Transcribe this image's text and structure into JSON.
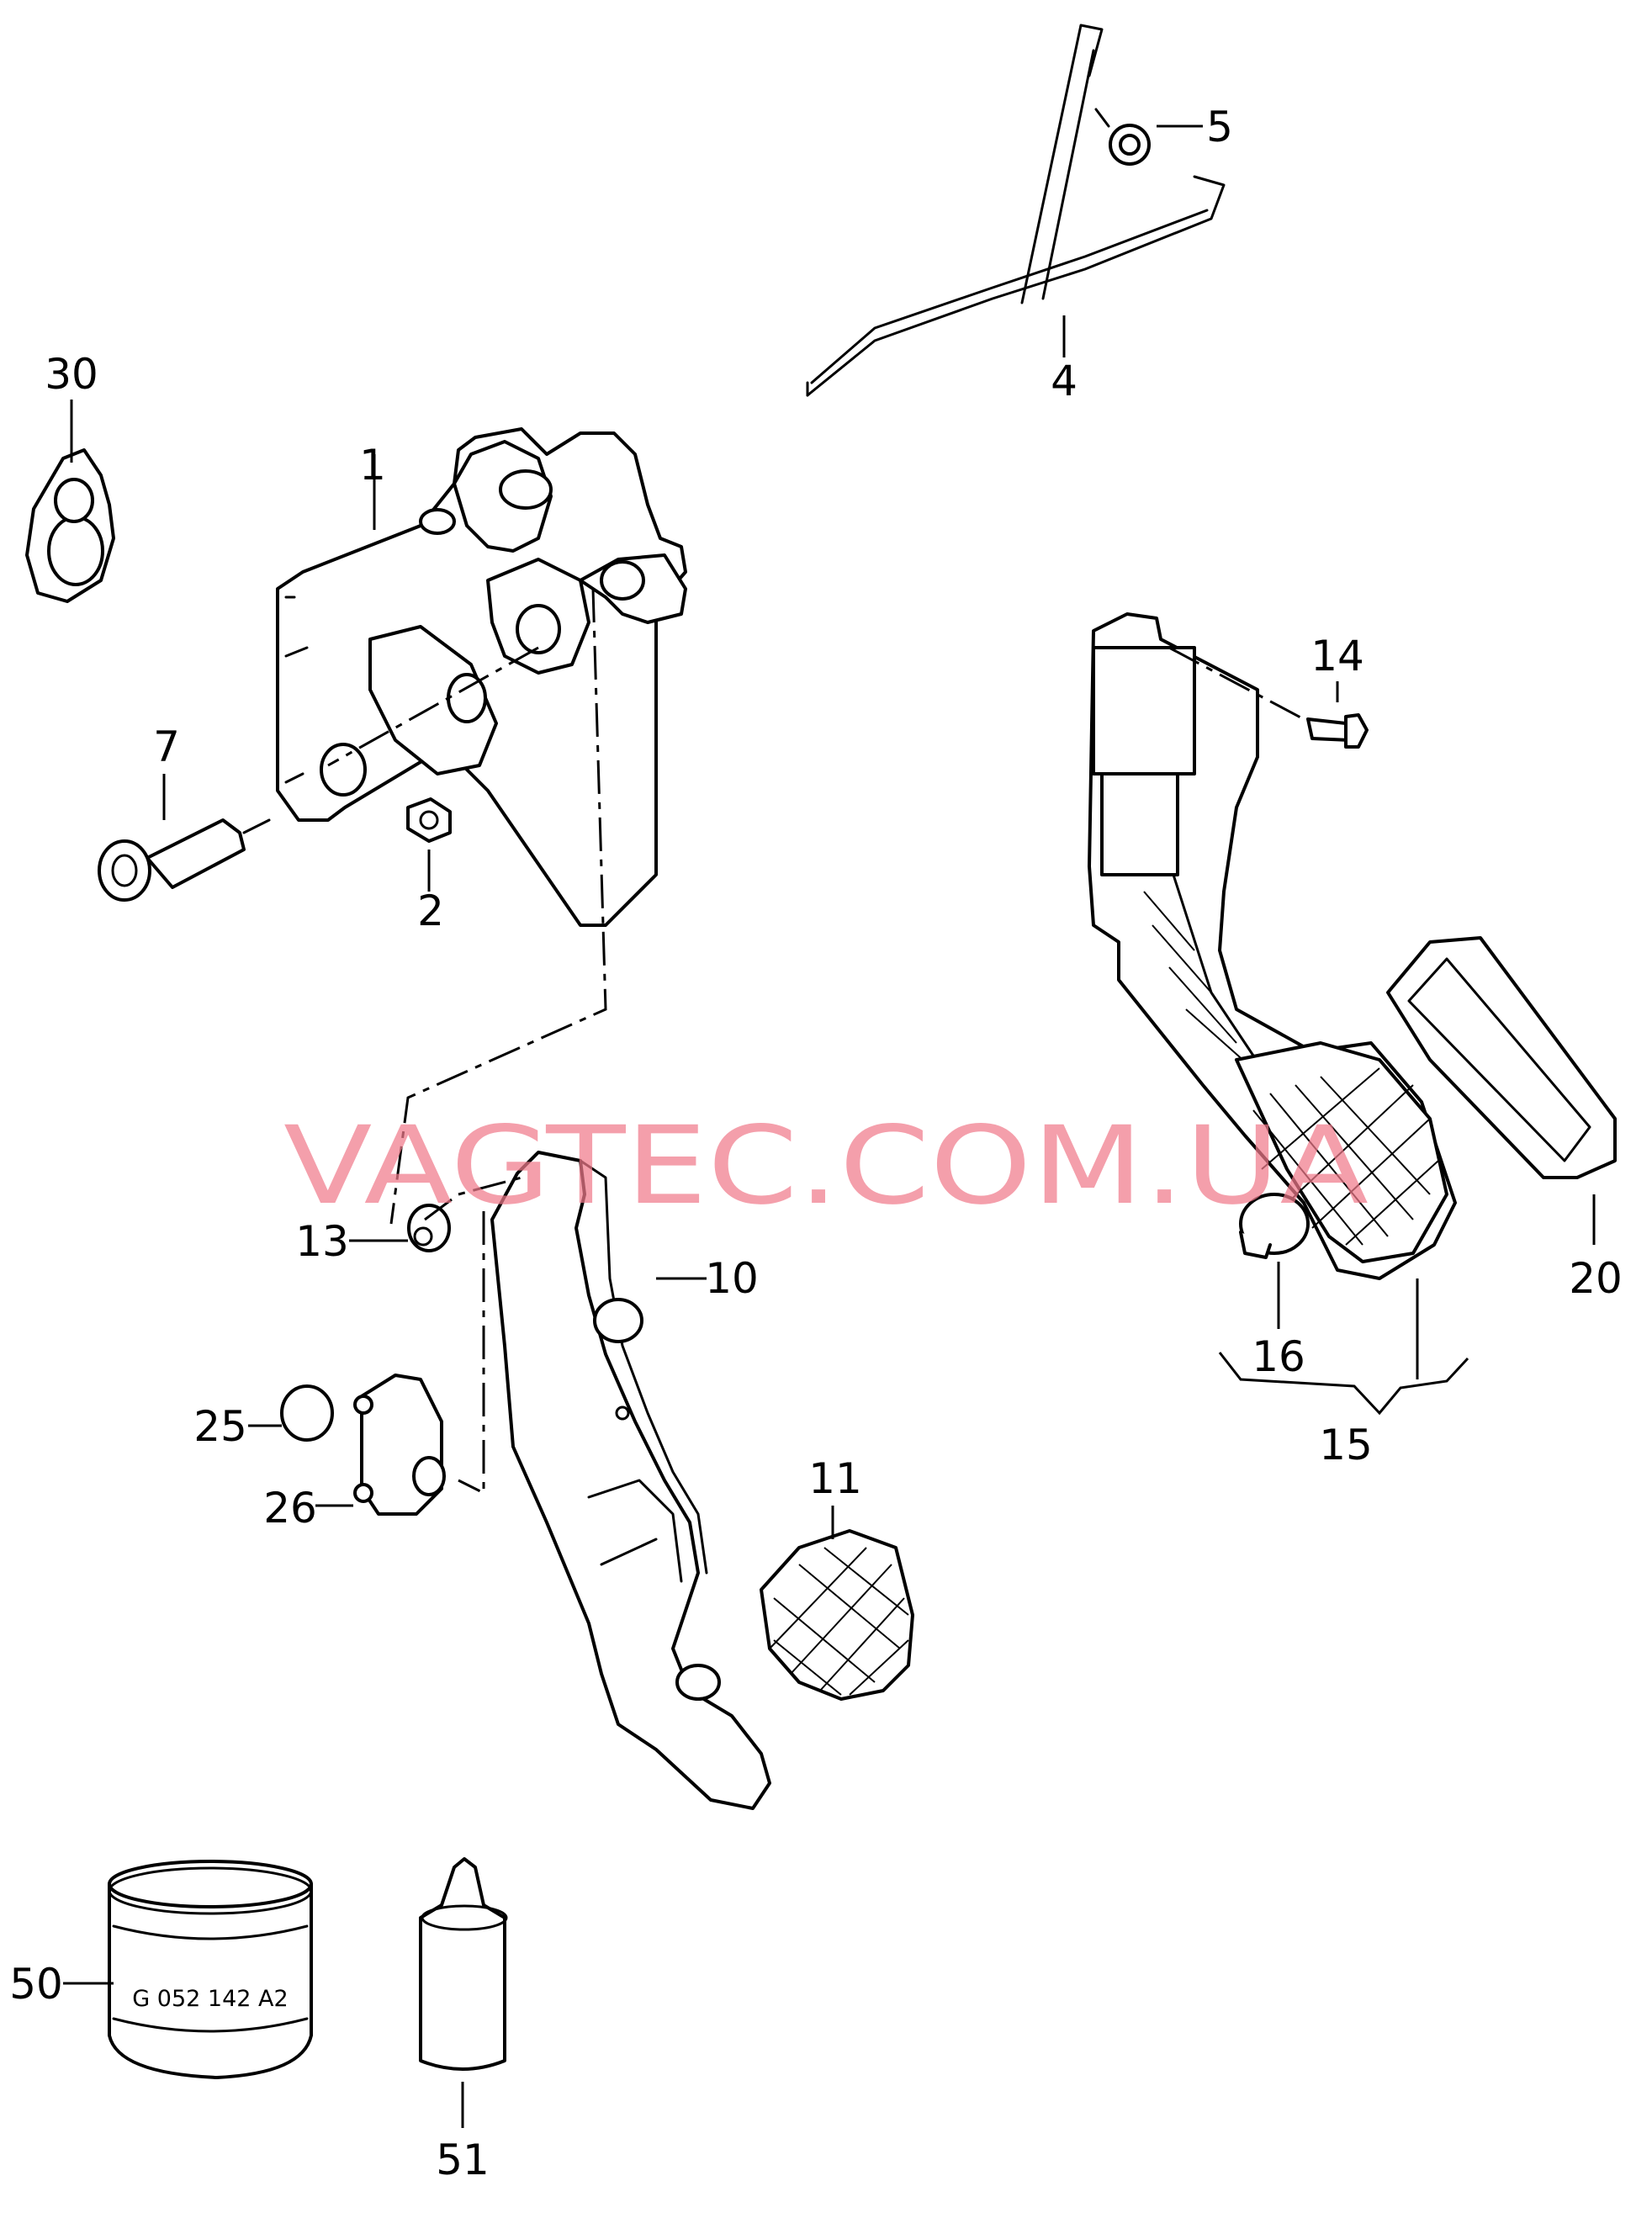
{
  "watermark": "VAGTEC.COM.UA",
  "callouts": {
    "c1": "1",
    "c2": "2",
    "c4": "4",
    "c5": "5",
    "c7": "7",
    "c10": "10",
    "c11": "11",
    "c13": "13",
    "c14": "14",
    "c15": "15",
    "c16": "16",
    "c20": "20",
    "c25": "25",
    "c26": "26",
    "c30": "30",
    "c50": "50",
    "c51": "51"
  },
  "can_label": "G 052 142 A2",
  "colors": {
    "line": "#000000",
    "watermark": "#f07a8a",
    "background": "#ffffff"
  }
}
